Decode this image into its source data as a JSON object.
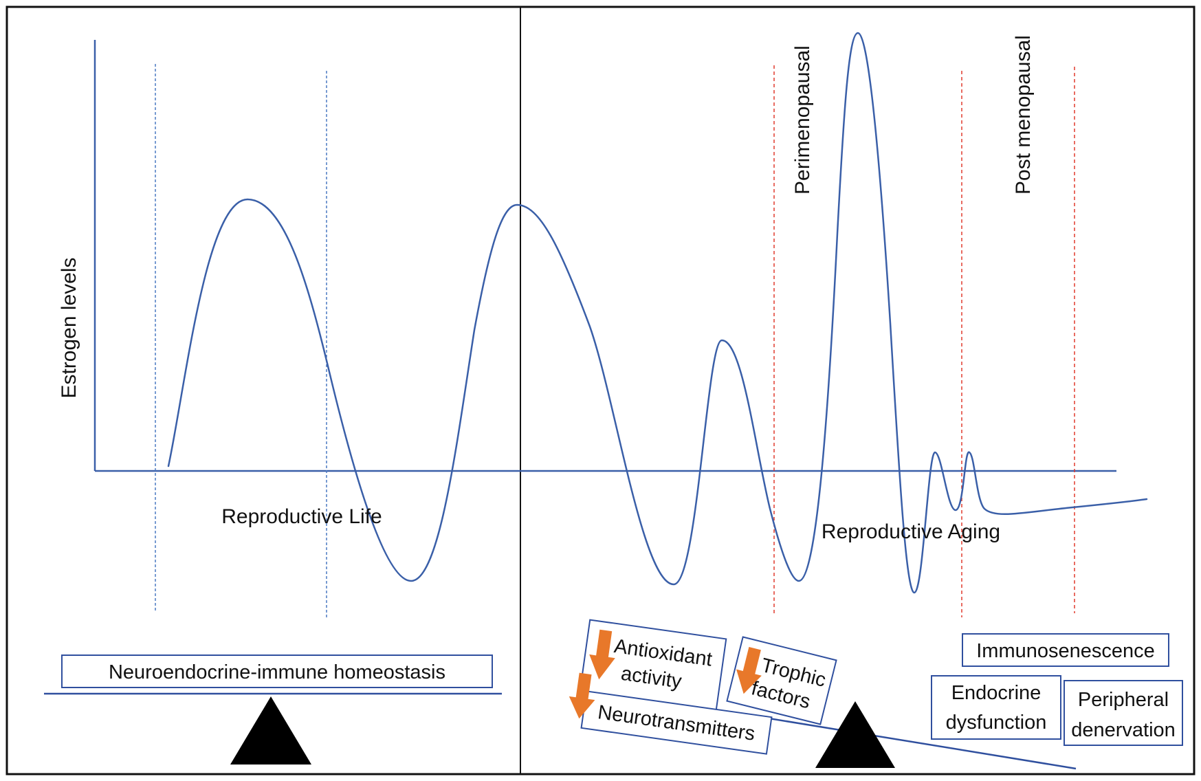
{
  "colors": {
    "curve": "#3a5fa8",
    "axis": "#3a5fa8",
    "frame": "#111111",
    "reproductive_guides": "#4a78c2",
    "menopause_guides": "#e0392b",
    "arrow": "#e8782a",
    "box_border": "#2f4f9e",
    "fulcrum": "#000000"
  },
  "axis": {
    "y_label": "Estrogen levels"
  },
  "regions": {
    "reproductive_life": "Reproductive Life",
    "reproductive_aging": "Reproductive Aging"
  },
  "stages": {
    "perimenopausal": "Perimenopausal",
    "post_menopausal": "Post menopausal"
  },
  "left_panel": {
    "homeostasis": "Neuroendocrine-immune homeostasis",
    "balance_state": "balanced"
  },
  "right_panel": {
    "decline_boxes": [
      {
        "line1": "Antioxidant",
        "line2": "activity",
        "arrow_icon": "down-arrow-icon"
      },
      {
        "line1": "Trophic",
        "line2": "factors",
        "arrow_icon": "down-arrow-icon"
      },
      {
        "line1": "Neurotransmitters",
        "line2": "",
        "arrow_icon": "down-arrow-icon"
      }
    ],
    "aging_boxes": {
      "immunosenescence": "Immunosenescence",
      "endocrine_line1": "Endocrine",
      "endocrine_line2": "dysfunction",
      "peripheral_line1": "Peripheral",
      "peripheral_line2": "denervation"
    },
    "balance_state": "tilted"
  }
}
